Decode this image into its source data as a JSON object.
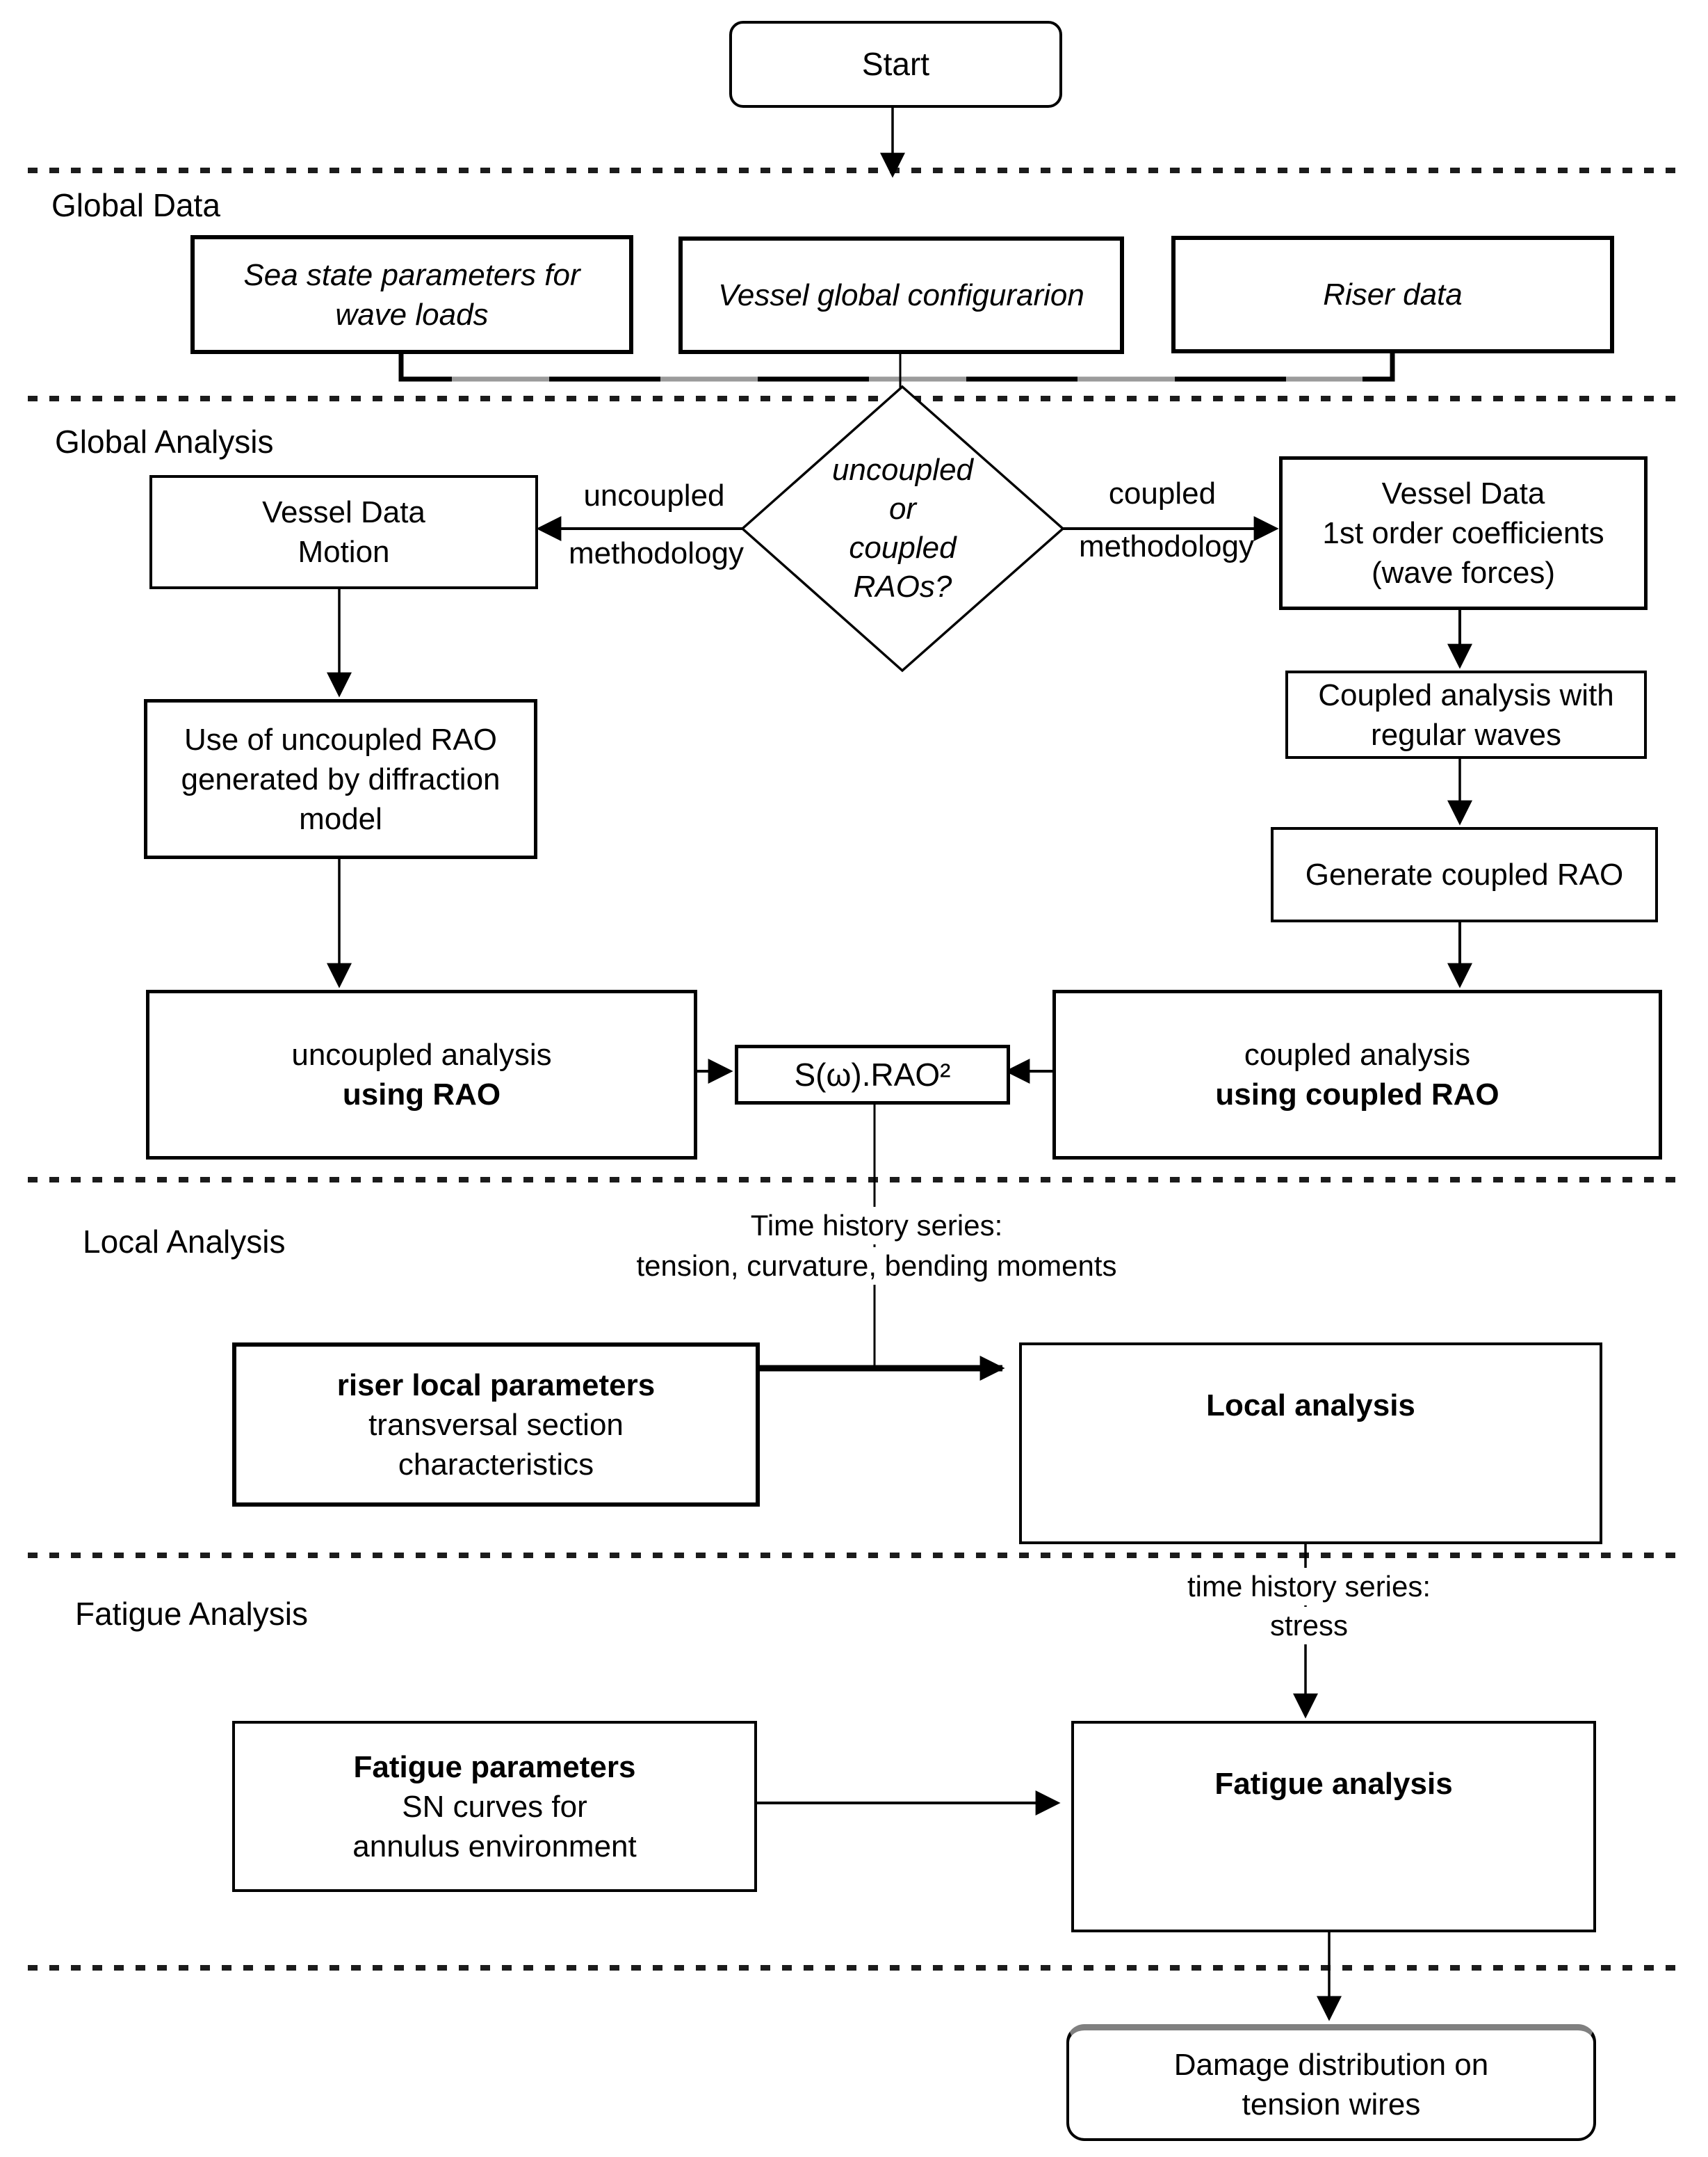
{
  "sections": {
    "global_data": "Global Data",
    "global_analysis": "Global Analysis",
    "local_analysis": "Local Analysis",
    "fatigue_analysis": "Fatigue Analysis"
  },
  "nodes": {
    "start": {
      "label": "Start"
    },
    "sea_state": {
      "lines": [
        "Sea state parameters for",
        "wave loads"
      ]
    },
    "vessel_global": {
      "label": "Vessel global configurarion"
    },
    "riser_data": {
      "label": "Riser data"
    },
    "vessel_motion": {
      "lines": [
        "Vessel Data",
        "Motion"
      ]
    },
    "decision": {
      "lines": [
        "uncoupled",
        "or",
        "coupled",
        "RAOs?"
      ]
    },
    "vessel_first_order": {
      "lines": [
        "Vessel Data",
        "1st order coefficients",
        "(wave forces)"
      ]
    },
    "coupled_regular": {
      "lines": [
        "Coupled analysis with",
        "regular waves"
      ]
    },
    "generate_rao": {
      "label": "Generate coupled RAO"
    },
    "use_uncoupled_rao": {
      "lines": [
        "Use of uncoupled RAO",
        "generated by diffraction",
        "model"
      ]
    },
    "uncoupled_analysis": {
      "line1": "uncoupled analysis",
      "line2": "using RAO"
    },
    "spectral": {
      "label": "S(ω).RAO²"
    },
    "coupled_analysis": {
      "line1": "coupled analysis",
      "line2": "using coupled RAO"
    },
    "riser_local": {
      "line1": "riser local parameters",
      "line2": "transversal section",
      "line3": "characteristics"
    },
    "local_analysis_box": {
      "label": "Local analysis"
    },
    "fatigue_params": {
      "line1": "Fatigue parameters",
      "line2": "SN curves for",
      "line3": "annulus environment"
    },
    "fatigue_analysis_box": {
      "label": "Fatigue analysis"
    },
    "damage": {
      "lines": [
        "Damage distribution on",
        "tension wires"
      ]
    }
  },
  "edge_labels": {
    "uncoupled_top": "uncoupled",
    "uncoupled_bottom": "methodology",
    "coupled_top": "coupled",
    "coupled_bottom": "methodology"
  },
  "annotations": {
    "time_history_1a": "Time history series:",
    "time_history_1b": "tension, curvature, bending moments",
    "time_history_2a": "time history series:",
    "time_history_2b": "stress"
  },
  "colors": {
    "line": "#000000",
    "dashed_separator": "#1c1c1c",
    "bus_gray": "#9b9b9b",
    "damage_top_border": "#808080",
    "background": "#ffffff"
  }
}
